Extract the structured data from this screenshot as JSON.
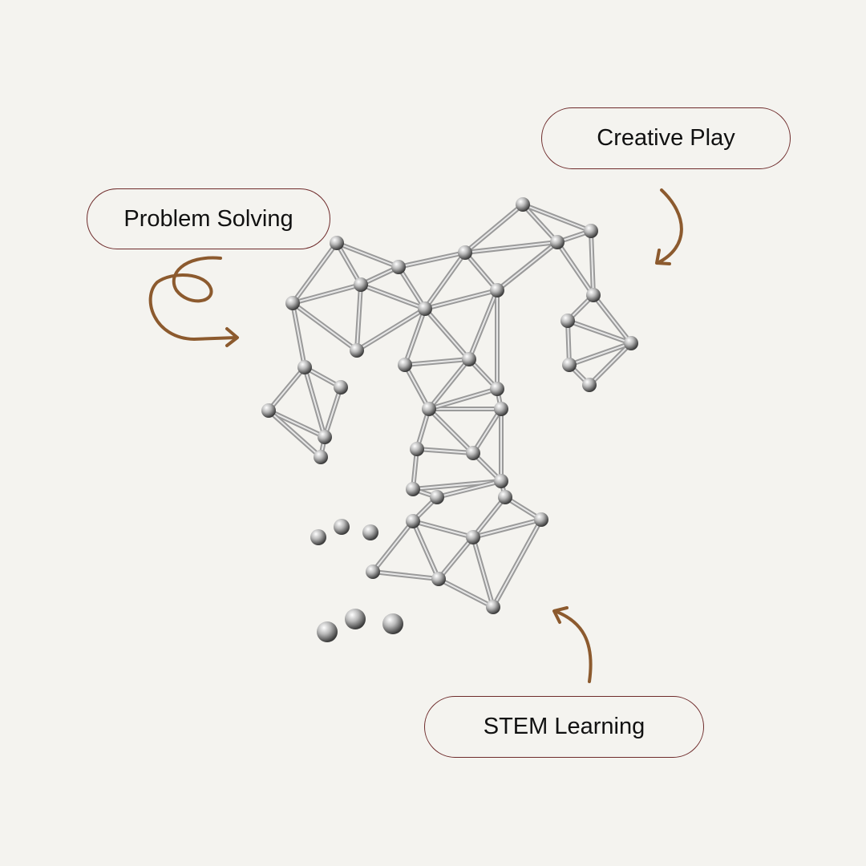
{
  "labels": {
    "problem_solving": "Problem Solving",
    "creative_play": "Creative Play",
    "stem_learning": "STEM Learning"
  },
  "colors": {
    "background": "#f4f3ef",
    "pill_border": "#6e2b2b",
    "arrow": "#8c5a2e"
  }
}
